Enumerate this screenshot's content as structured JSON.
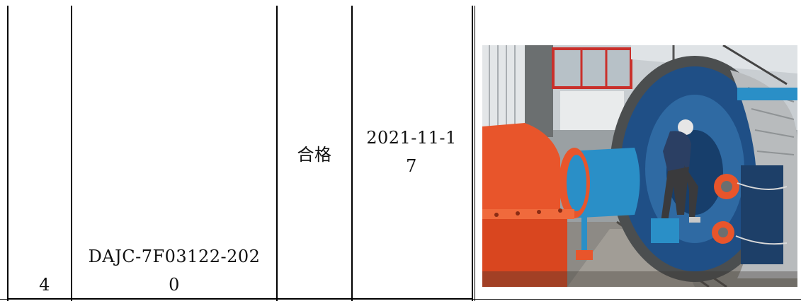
{
  "row": {
    "index": "4",
    "report_number_line1": "DAJC-7F03122-202",
    "report_number_line2": "0",
    "result": "合格",
    "date_line1": "2021-11-1",
    "date_line2": "7"
  },
  "colors": {
    "rule": "#000000",
    "photo_orange": "#e8552b",
    "photo_blue": "#2a8fc7",
    "photo_navy": "#1f4f86"
  }
}
